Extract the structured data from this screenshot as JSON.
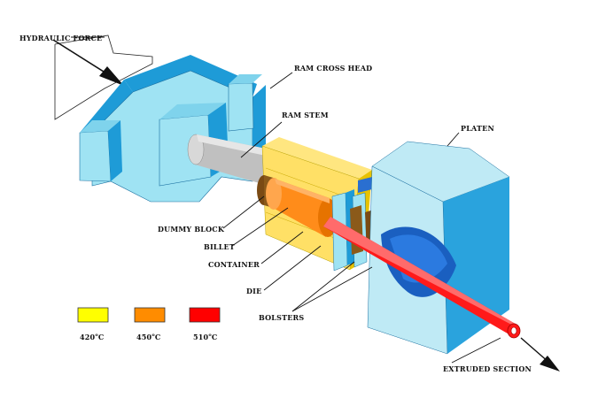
{
  "labels": {
    "hydraulic_force": "HYDRAULIC FORCE",
    "ram_cross_head": "RAM CROSS HEAD",
    "ram_stem": "RAM STEM",
    "platen": "PLATEN",
    "dummy_block": "DUMMY BLOCK",
    "billet": "BILLET",
    "container": "CONTAINER",
    "die": "DIE",
    "bolsters": "BOLSTERS",
    "extruded_section": "EXTRUDED SECTION"
  },
  "legend": [
    {
      "color": "#ffff00",
      "temp": "420",
      "unit": "C"
    },
    {
      "color": "#ff8c00",
      "temp": "450",
      "unit": "C"
    },
    {
      "color": "#ff0000",
      "temp": "510",
      "unit": "C"
    }
  ],
  "colors": {
    "crosshead_face": "#9fe3f3",
    "crosshead_side": "#1e9bd7",
    "stem": "#c0c0c0",
    "container": "#ffe066",
    "billet": "#ff8c1a",
    "platen_face": "#bfeaf5",
    "platen_side": "#2aa3dd",
    "extrudate": "#ff1a1a"
  }
}
